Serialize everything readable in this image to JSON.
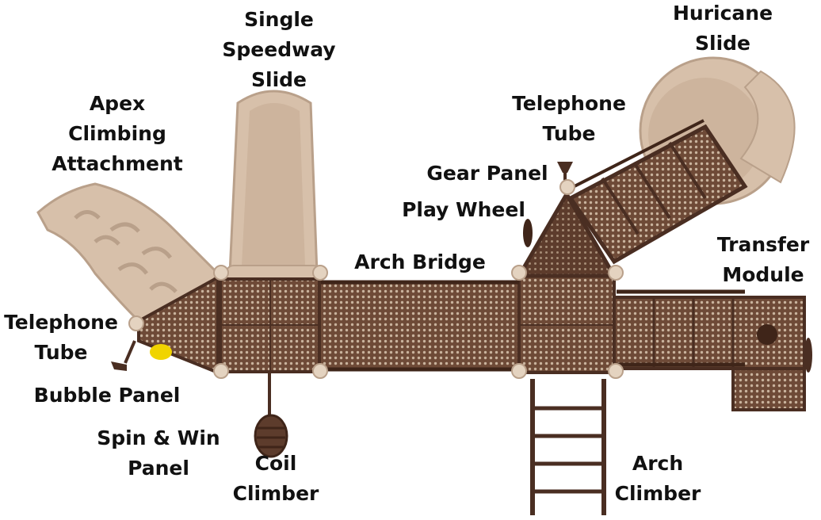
{
  "colors": {
    "deck": "#6e4a37",
    "frame": "#4a2e22",
    "rail": "#3f2519",
    "slide": "#d7c0aa",
    "slide_shadow": "#b9a08a",
    "post_cap": "#e4d3c0",
    "accent_yellow": "#f0d400",
    "label_text": "#111111"
  },
  "labels": {
    "single_speedway_slide": [
      "Single",
      "Speedway",
      "Slide"
    ],
    "huricane_slide": [
      "Huricane",
      "Slide"
    ],
    "apex_climbing_attachment": [
      "Apex",
      "Climbing",
      "Attachment"
    ],
    "telephone_tube_top": [
      "Telephone",
      "Tube"
    ],
    "gear_panel": [
      "Gear Panel"
    ],
    "play_wheel": [
      "Play Wheel"
    ],
    "arch_bridge": [
      "Arch Bridge"
    ],
    "transfer_module": [
      "Transfer",
      "Module"
    ],
    "telephone_tube_left": [
      "Telephone",
      "Tube"
    ],
    "bubble_panel": [
      "Bubble Panel"
    ],
    "spin_win_panel": [
      "Spin & Win",
      "Panel"
    ],
    "coil_climber": [
      "Coil",
      "Climber"
    ],
    "arch_climber": [
      "Arch",
      "Climber"
    ]
  }
}
